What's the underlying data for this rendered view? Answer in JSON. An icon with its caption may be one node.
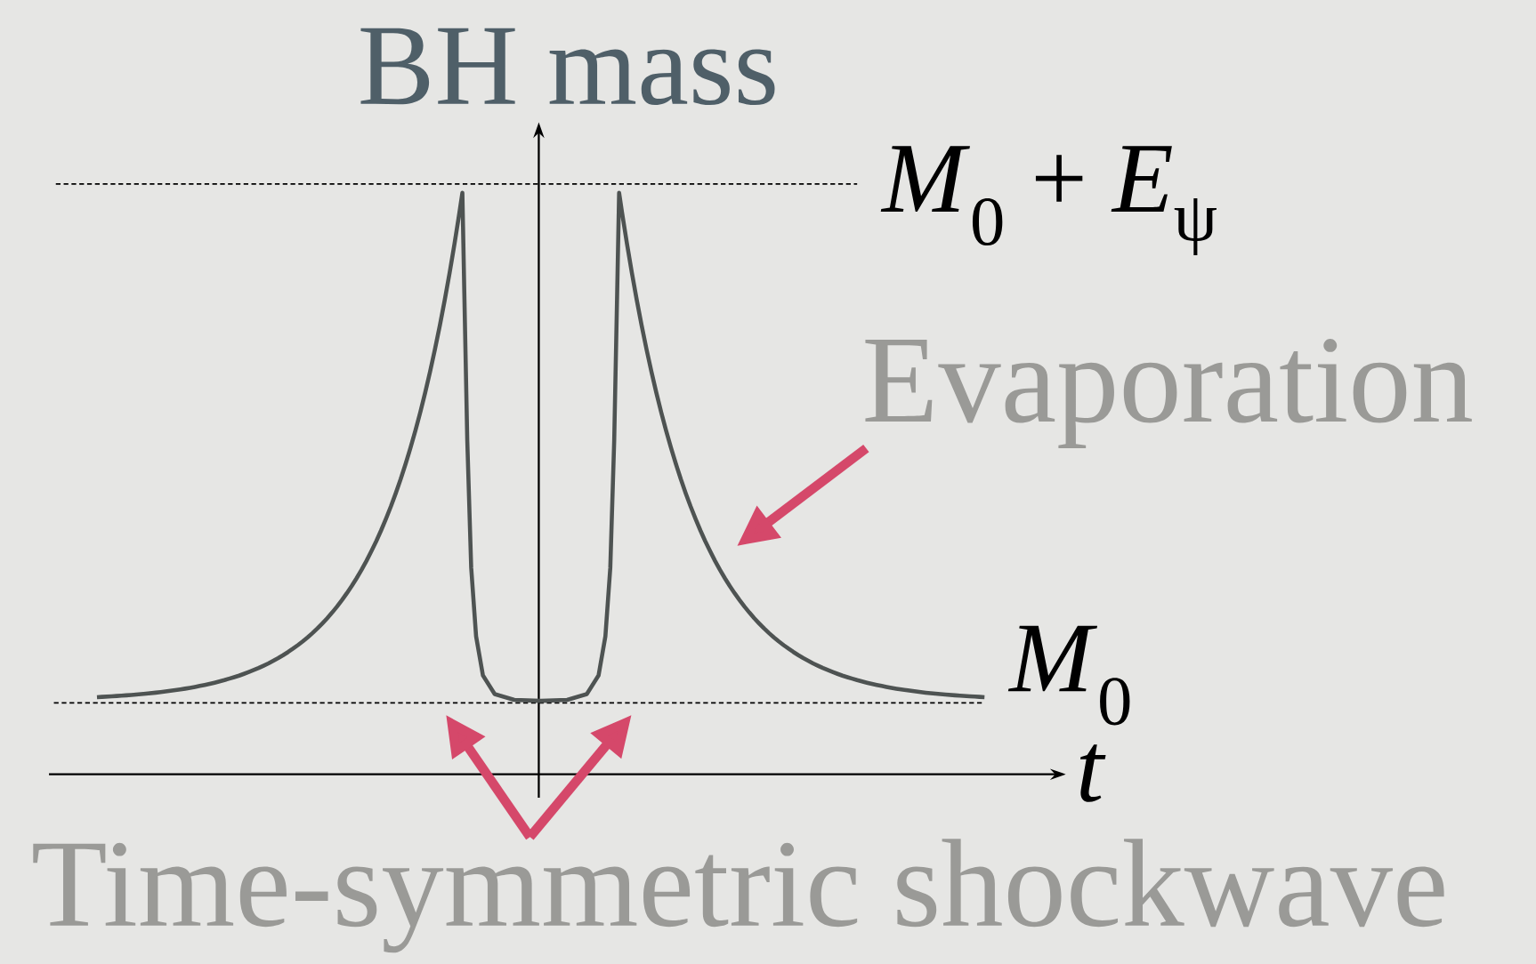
{
  "diagram": {
    "title": "BH mass",
    "nodes": [
      {
        "text": [
          "Evaporation"
        ]
      },
      {
        "text": [
          "Time-symmetric shockwave"
        ]
      }
    ],
    "edges": [
      {
        "from": 0,
        "to": null,
        "arrow": "to"
      },
      {
        "from": 1,
        "to": null,
        "arrow": "to"
      },
      {
        "from": 1,
        "to": null,
        "arrow": "to"
      }
    ],
    "labels": [
      "*M*$_{0}$ + *E*$_{ψ}$",
      "*M*$_{0}$",
      "t"
    ]
  }
}
